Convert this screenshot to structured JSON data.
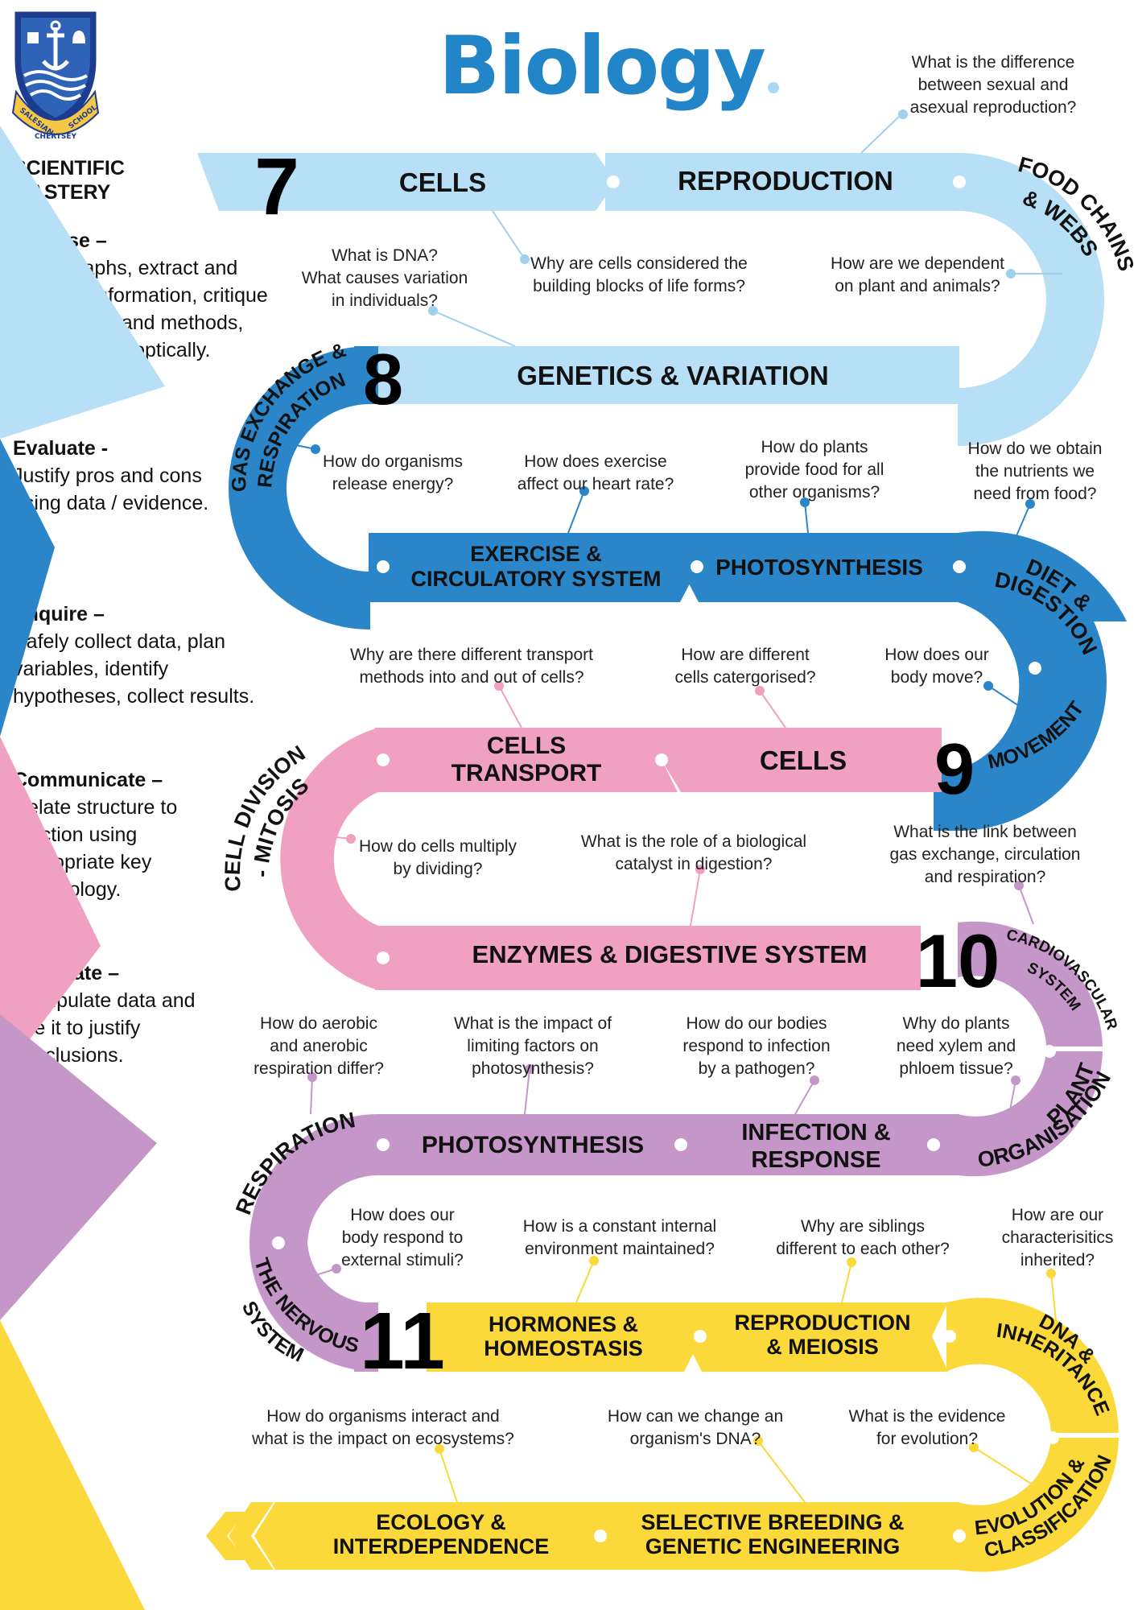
{
  "title": "Biology",
  "colors": {
    "year7": "#b7dff5",
    "year8": "#2b85c9",
    "year9": "#f0a0c0",
    "year10": "#c597c8",
    "year11": "#fbd93a",
    "title": "#2185c8"
  },
  "logo": {
    "icon": "school-crest-icon",
    "ring_text": [
      "SALESIAN",
      "SCHOOL",
      "CHERTSEY"
    ]
  },
  "sidebar": {
    "title": "SCIENTIFIC MASTERY",
    "items": [
      {
        "title": "Analyse –",
        "body": "Draw graphs, extract and interpret information, critique hypotheses and methods, link ideas synoptically."
      },
      {
        "title": "Evaluate -",
        "body": "Justify pros and cons using data / evidence."
      },
      {
        "title": "Enquire –",
        "body": "Safely collect data, plan variables, identify hypotheses, collect results."
      },
      {
        "title": "Communicate –",
        "body": "Relate structure to function using appropriate key terminology."
      },
      {
        "title": "Calculate –",
        "body": "Manipulate data and use it to justify conclusions."
      }
    ]
  },
  "years": [
    "7",
    "8",
    "9",
    "10",
    "11"
  ],
  "topics": {
    "cells": "CELLS",
    "reproduction": "REPRODUCTION",
    "food_chains": [
      "FOOD CHAINS",
      "& WEBS"
    ],
    "genetics": "GENETICS & VARIATION",
    "gas_exchange": [
      "GAS EXCHANGE &",
      "RESPIRATION"
    ],
    "exercise": [
      "EXERCISE &",
      "CIRCULATORY SYSTEM"
    ],
    "photosynthesis8": "PHOTOSYNTHESIS",
    "diet": [
      "DIET &",
      "DIGESTION"
    ],
    "movement": "MOVEMENT",
    "cells9": "CELLS",
    "cells_transport": [
      "CELLS",
      "TRANSPORT"
    ],
    "cell_division": [
      "CELL DIVISION",
      "- MITOSIS"
    ],
    "enzymes": "ENZYMES & DIGESTIVE SYSTEM",
    "cardio": [
      "CARDIOVASCULAR",
      "SYSTEM"
    ],
    "plant_org": [
      "PLANT",
      "ORGANISATION"
    ],
    "infection": [
      "INFECTION &",
      "RESPONSE"
    ],
    "photosynthesis10": "PHOTOSYNTHESIS",
    "respiration": "RESPIRATION",
    "nervous": [
      "THE NERVOUS",
      "SYSTEM"
    ],
    "hormones": [
      "HORMONES &",
      "HOMEOSTASIS"
    ],
    "repro_meiosis": [
      "REPRODUCTION",
      "& MEIOSIS"
    ],
    "dna_inheritance": [
      "DNA &",
      "INHERITANCE"
    ],
    "evolution": [
      "EVOLUTION &",
      "CLASSIFICATION"
    ],
    "selective": [
      "SELECTIVE BREEDING &",
      "GENETIC ENGINEERING"
    ],
    "ecology": [
      "ECOLOGY &",
      "INTERDEPENDENCE"
    ]
  },
  "questions": {
    "sexual": [
      "What is the difference",
      "between sexual and",
      "asexual reproduction?"
    ],
    "dna": [
      "What is DNA?",
      "What causes variation",
      "in individuals?"
    ],
    "blocks": [
      "Why are cells considered the",
      "building blocks of life forms?"
    ],
    "dependent": [
      "How are we dependent",
      "on plant and animals?"
    ],
    "energy": [
      "How do organisms",
      "release energy?"
    ],
    "exercise": [
      "How does exercise",
      "affect our heart rate?"
    ],
    "plants_food": [
      "How do plants",
      "provide food for all",
      "other organisms?"
    ],
    "nutrients": [
      "How do we obtain",
      "the nutrients we",
      "need from food?"
    ],
    "transport": [
      "Why are there different transport",
      "methods into and out of cells?"
    ],
    "categorised": [
      "How are different",
      "cells catergorised?"
    ],
    "move": [
      "How does our",
      "body move?"
    ],
    "multiply": [
      "How do cells multiply",
      "by dividing?"
    ],
    "catalyst": [
      "What is the role of a biological",
      "catalyst in digestion?"
    ],
    "link": [
      "What is the link between",
      "gas exchange, circulation",
      "and respiration?"
    ],
    "aerobic": [
      "How do aerobic",
      "and anerobic",
      "respiration differ?"
    ],
    "limiting": [
      "What is the impact of",
      "limiting factors on",
      "photosynthesis?"
    ],
    "infection": [
      "How do our bodies",
      "respond to infection",
      "by a pathogen?"
    ],
    "xylem": [
      "Why do plants",
      "need xylem and",
      "phloem tissue?"
    ],
    "stimuli": [
      "How does our",
      "body respond to",
      "external stimuli?"
    ],
    "internal": [
      "How is a constant internal",
      "environment maintained?"
    ],
    "siblings": [
      "Why are siblings",
      "different to each other?"
    ],
    "characteristics": [
      "How are our",
      "characterisitics",
      "inherited?"
    ],
    "interact": [
      "How do organisms interact and",
      "what is the impact on ecosystems?"
    ],
    "change_dna": [
      "How can we change an",
      "organism's DNA?"
    ],
    "evidence": [
      "What is the evidence",
      "for evolution?"
    ]
  }
}
